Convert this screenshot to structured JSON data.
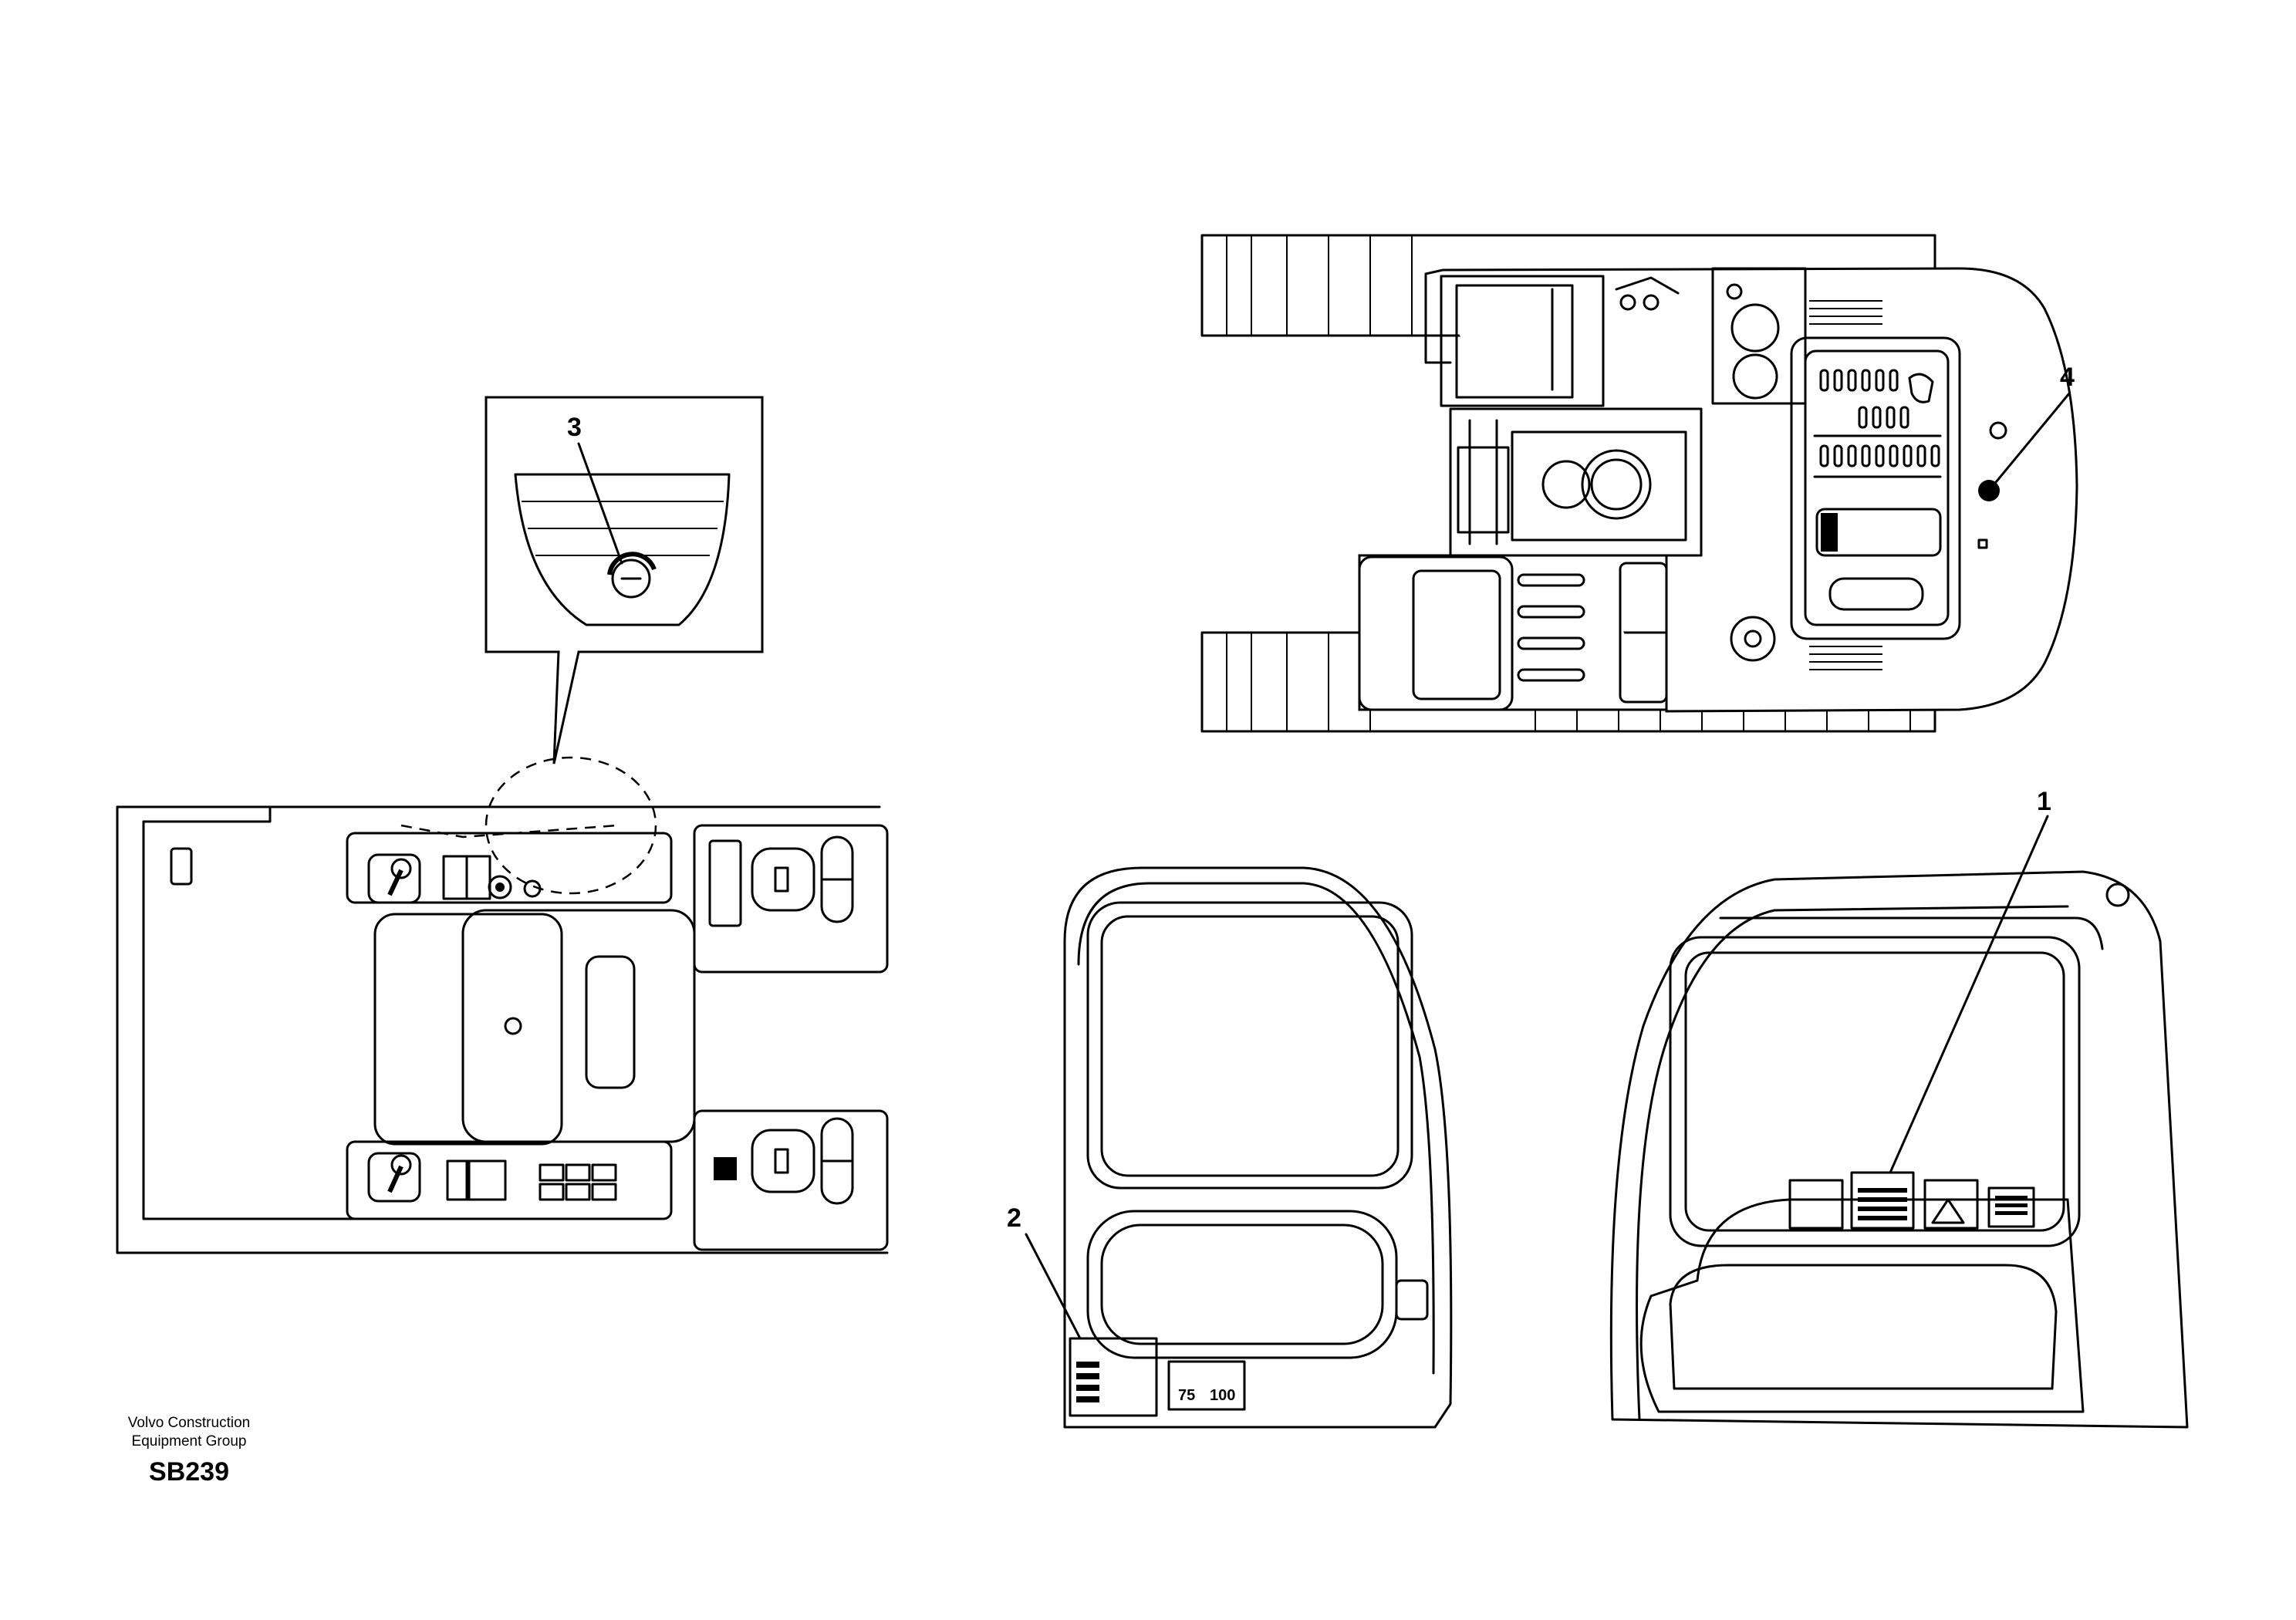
{
  "callouts": {
    "c1": "1",
    "c2": "2",
    "c3": "3",
    "c4": "4"
  },
  "gauges": {
    "left": "75",
    "right": "100"
  },
  "footer": {
    "line1": "Volvo Construction",
    "line2": "Equipment Group",
    "code": "SB239"
  }
}
